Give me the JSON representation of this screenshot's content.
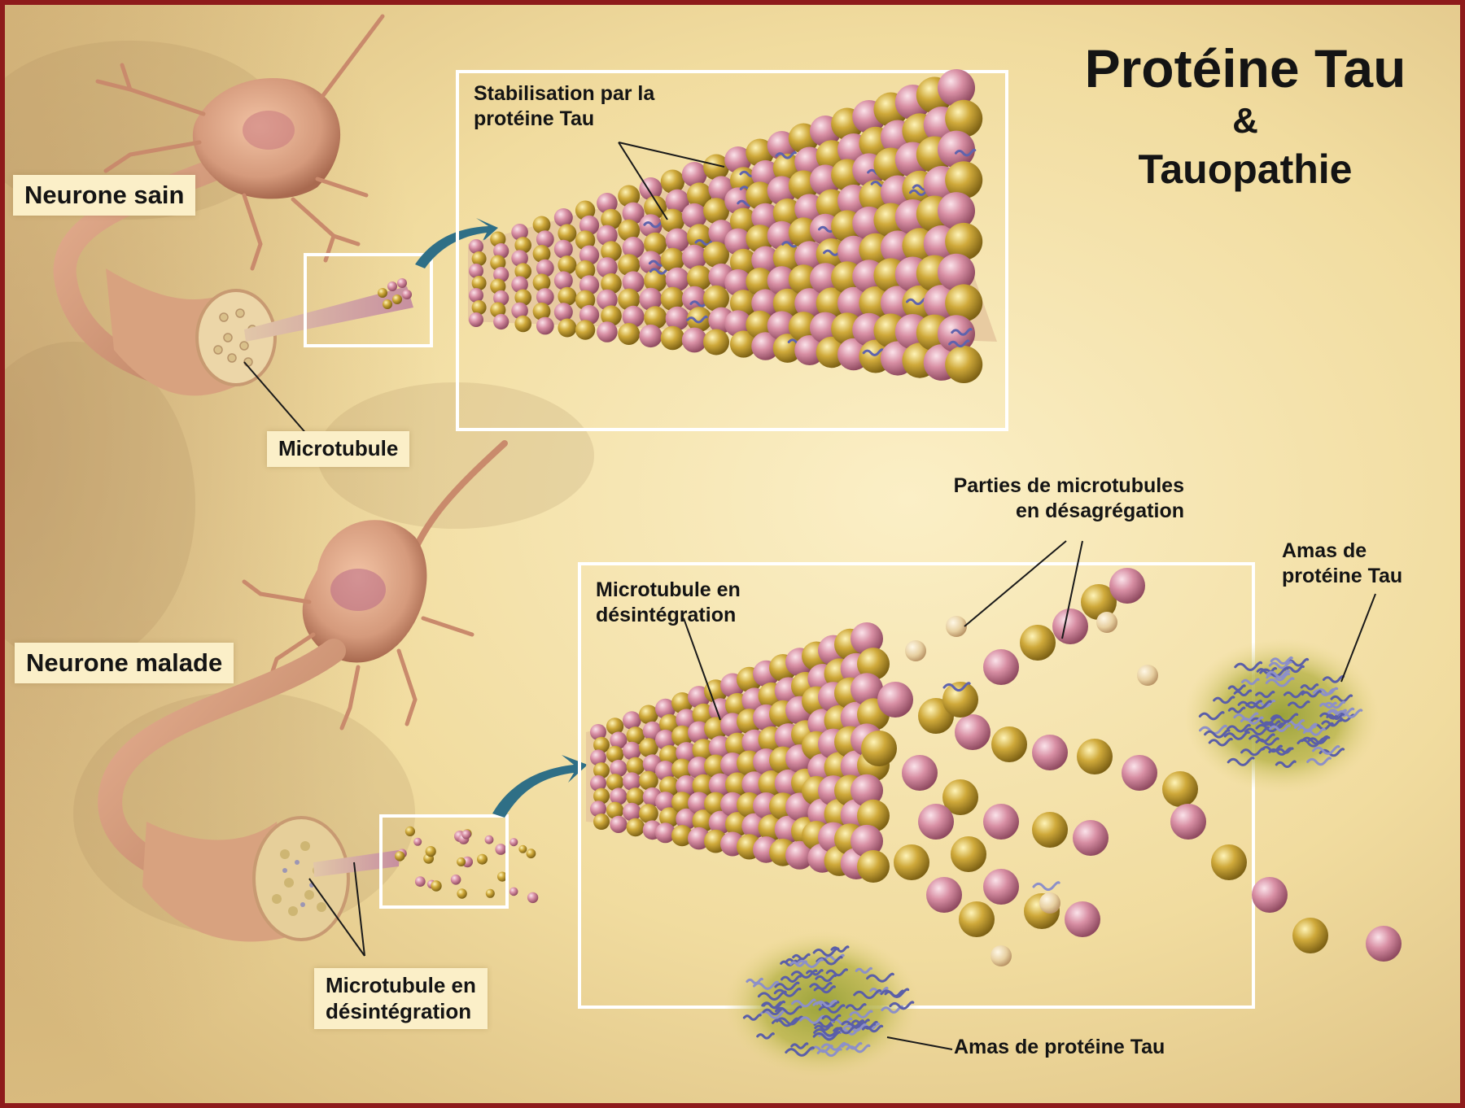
{
  "title": {
    "line1": "Protéine Tau",
    "line2": "&",
    "line3": "Tauopathie"
  },
  "labels": {
    "healthy_neuron": "Neurone sain",
    "sick_neuron": "Neurone malade",
    "microtubule": "Microtubule",
    "tau_stabilization": "Stabilisation par la\nprotéine Tau",
    "microtubule_disintegrating_inset": "Microtubule en\ndésintégration",
    "microtubule_disintegrating_axon": "Microtubule en\ndésintégration",
    "disaggregating_parts": "Parties de microtubules\nen désagrégation",
    "tau_clump_right": "Amas de\nprotéine Tau",
    "tau_clump_bottom": "Amas de protéine  Tau"
  },
  "colors": {
    "background": "#f3dfa6",
    "frame": "#8e1b1b",
    "tubulin_pink": "#d88fa4",
    "tubulin_gold": "#c9a531",
    "tau_protein": "#6b6fb8",
    "neuron": "#d59a7c"
  }
}
